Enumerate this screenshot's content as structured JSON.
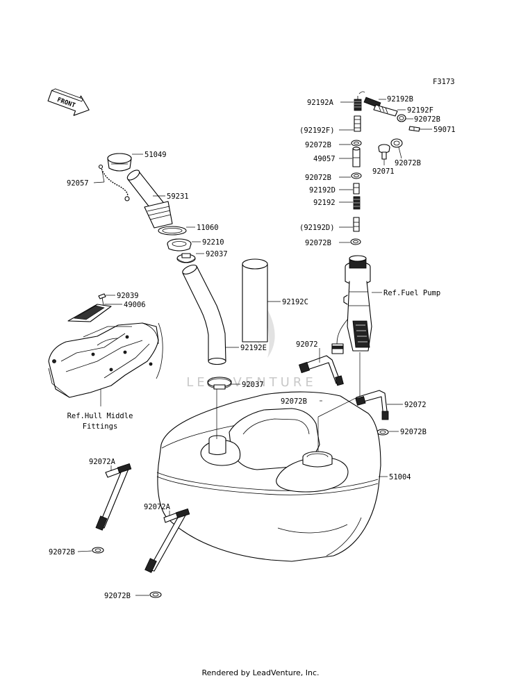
{
  "diagram_code": "F3173",
  "front_label": "FRONT",
  "watermark": "LEADVENTURE",
  "footer": "Rendered by LeadVenture, Inc.",
  "labels": {
    "p51049": "51049",
    "p92057": "92057",
    "p59231": "59231",
    "p11060": "11060",
    "p92210": "92210",
    "p92037a": "92037",
    "p92039": "92039",
    "p49006": "49006",
    "p92192E": "92192E",
    "p92192C": "92192C",
    "p92037b": "92037",
    "ref_hull_1": "Ref.Hull Middle",
    "ref_hull_2": "Fittings",
    "p92192A": "92192A",
    "p92192B": "92192B",
    "p92192F": "92192F",
    "p92072B_1": "92072B",
    "p59071": "59071",
    "p92192F_paren": "(92192F)",
    "p92072B_2": "92072B",
    "p92072B_3": "92072B",
    "p49057": "49057",
    "p92071": "92071",
    "p92072B_4": "92072B",
    "p92192D": "92192D",
    "p92192": "92192",
    "p92192D_paren": "(92192D)",
    "p92072B_5": "92072B",
    "ref_fuel_pump": "Ref.Fuel Pump",
    "p92072_a": "92072",
    "p92072B_6": "92072B",
    "p92072_b": "92072",
    "p92072B_7": "92072B",
    "p51004": "51004",
    "p92072A_1": "92072A",
    "p92072B_8": "92072B",
    "p92072A_2": "92072A",
    "p92072B_9": "92072B"
  }
}
